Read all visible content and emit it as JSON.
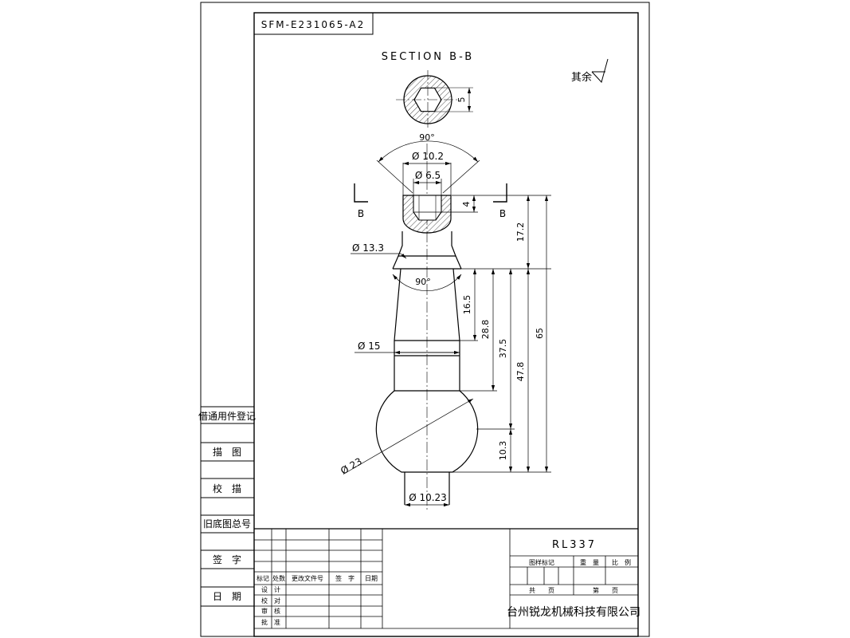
{
  "drawing_number": "SFM-E231065-A2",
  "section_title": "SECTION B-B",
  "roughness_note": "其余",
  "section_marks": {
    "left": "B",
    "right": "B"
  },
  "dimensions": {
    "hex_width": "5",
    "cone_angle_top": "90°",
    "dia_10_2": "Ø 10.2",
    "dia_6_5": "Ø 6.5",
    "depth_4": "4",
    "len_17_2": "17.2",
    "dia_13_3": "Ø 13.3",
    "cone_angle_mid": "90°",
    "len_16_5": "16.5",
    "len_28_8": "28.8",
    "len_37_5": "37.5",
    "len_47_8": "47.8",
    "len_65": "65",
    "dia_15": "Ø 15",
    "dia_23": "Ø 23",
    "len_10_3": "10.3",
    "dia_10_23": "Ø 10.23"
  },
  "left_strip": {
    "reg": "借通用件登记",
    "trace": "描　图",
    "check_trace": "校　描",
    "old_num": "旧底图总号",
    "sign": "签　字",
    "date": "日　期"
  },
  "title_block": {
    "part_number": "RL337",
    "col_marker": "标记",
    "col_count": "处数",
    "col_doc": "更改文件号",
    "col_sign": "签　字",
    "col_date": "日期",
    "row_design": "设　计",
    "row_check": "校　对",
    "row_review": "审　核",
    "row_approve": "批　准",
    "drawing_stage": "图样标记",
    "weight": "重　量",
    "scale": "比　例",
    "total": "共　　页",
    "sheet": "第　　页",
    "company": "台州锐龙机械科技有限公司"
  }
}
